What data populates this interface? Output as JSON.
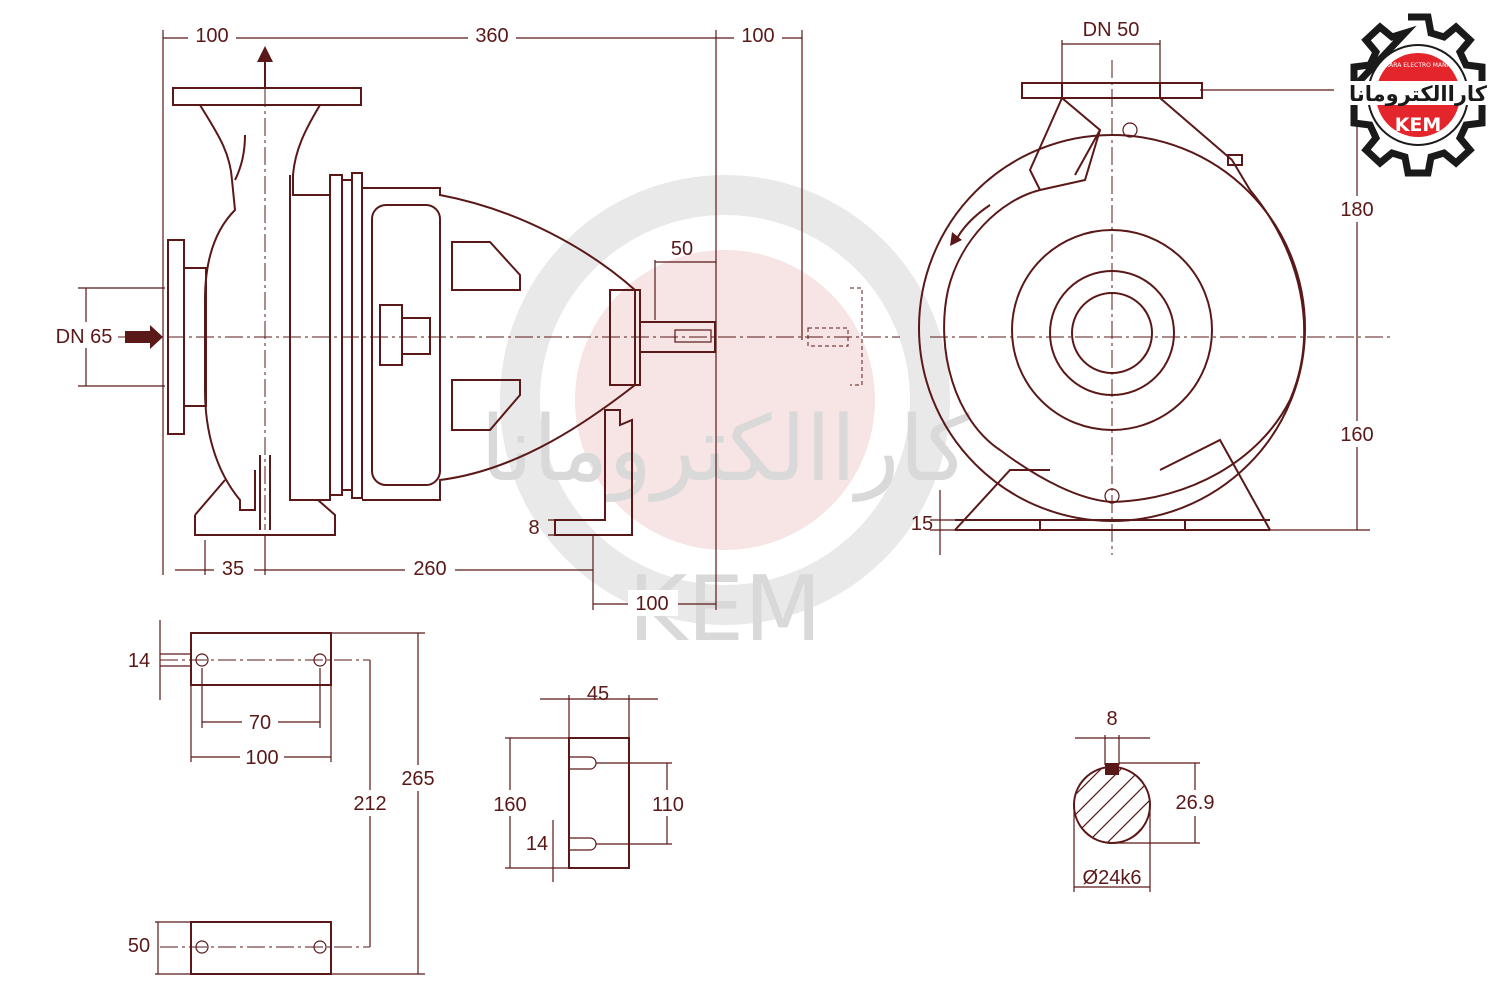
{
  "brand": {
    "name_fa": "کاراالکترومانا",
    "name_en": "KARA ELECTRO MANA",
    "abbr": "KEM",
    "colors": {
      "line": "#5a1818",
      "logo_red": "#e4262c",
      "watermark": "#d9d9d9"
    }
  },
  "dimensions": {
    "side": {
      "top_left": "100",
      "top_middle": "360",
      "top_right": "100",
      "inlet": "DN 65",
      "shaft_len": "50",
      "foot_height": "8",
      "bottom_35": "35",
      "bottom_260": "260",
      "bottom_100": "100"
    },
    "front": {
      "outlet": "DN 50",
      "upper": "180",
      "lower": "160",
      "foot": "15"
    },
    "plate": {
      "hole_dia": "14",
      "hole_spacing": "70",
      "width": "100",
      "inner": "212",
      "total": "265",
      "bottom": "50"
    },
    "bracket": {
      "width": "45",
      "height": "160",
      "holes": "110",
      "hole_dia": "14"
    },
    "shaft": {
      "key": "8",
      "height": "26.9",
      "dia": "Ø24k6"
    }
  }
}
